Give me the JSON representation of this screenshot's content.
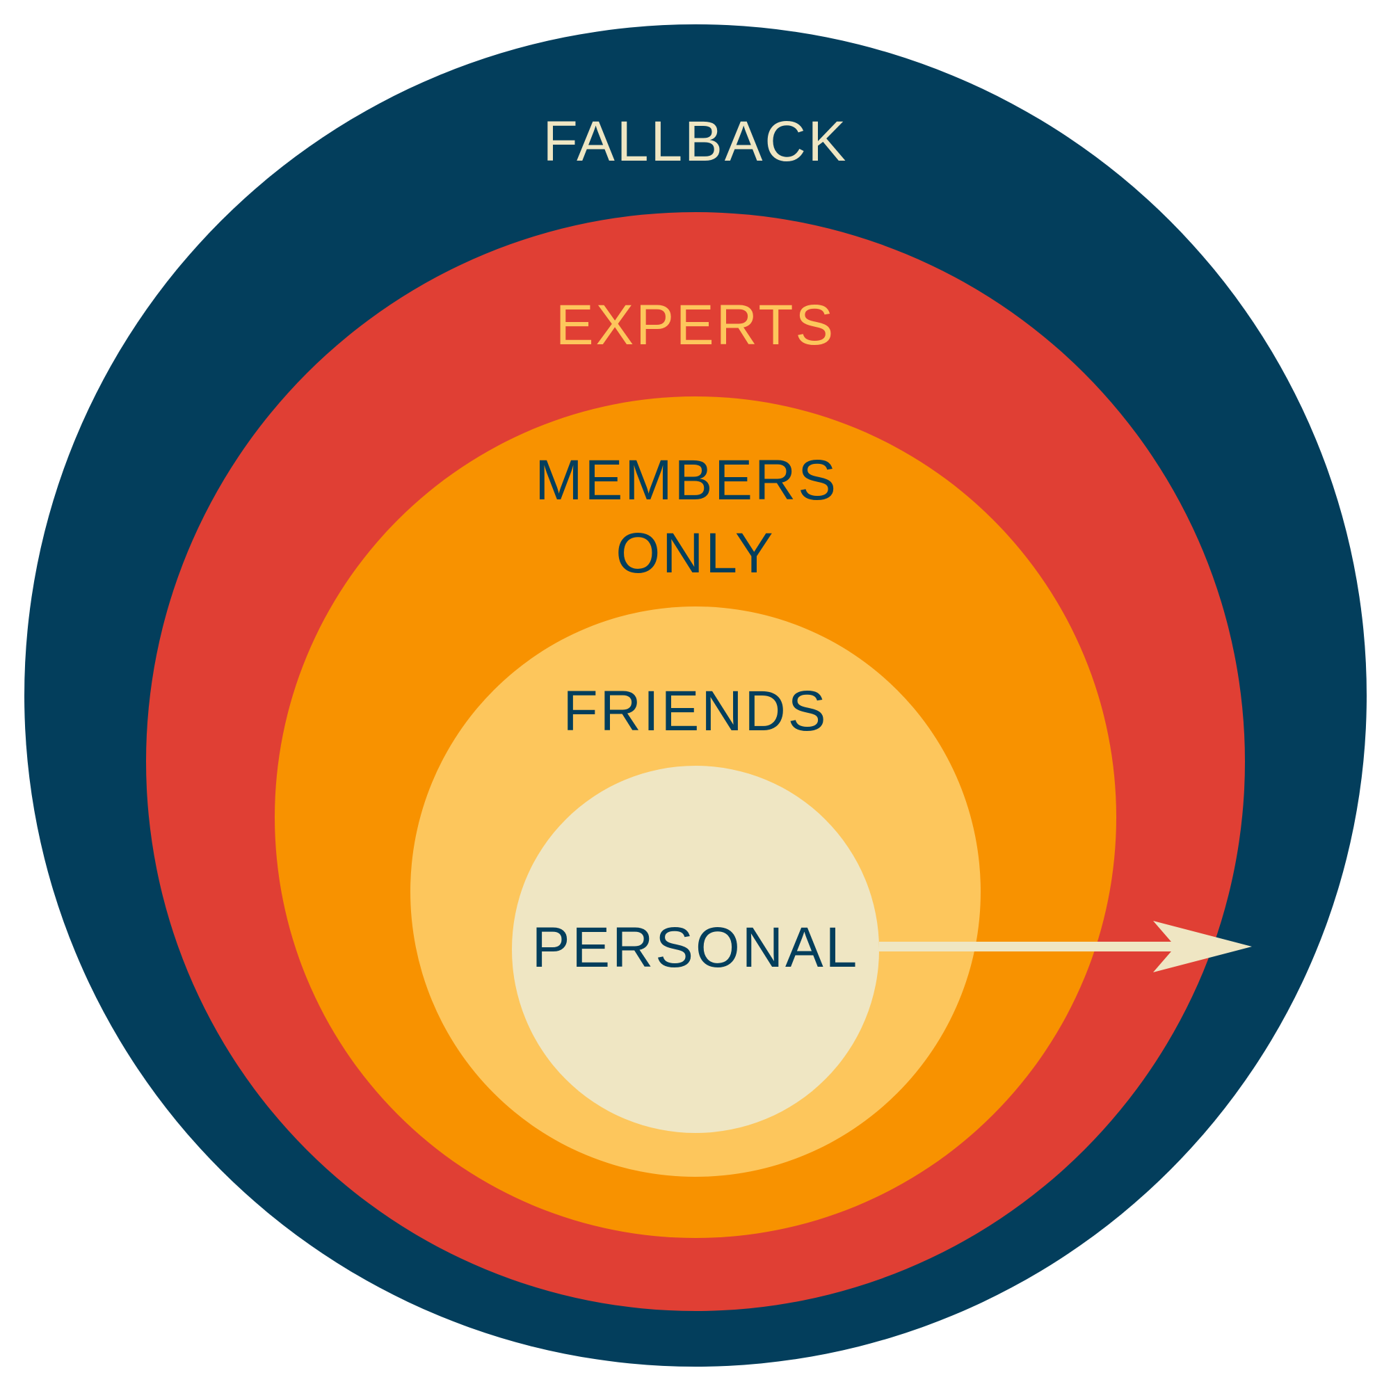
{
  "diagram": {
    "rings": [
      {
        "id": "fallback",
        "label": "FALLBACK",
        "color": "#033e5c",
        "text_color": "#efe6c3"
      },
      {
        "id": "experts",
        "label": "EXPERTS",
        "color": "#e03f34",
        "text_color": "#fdc65c"
      },
      {
        "id": "members-only",
        "label_lines": [
          "MEMBERS",
          "ONLY"
        ],
        "color": "#f89200",
        "text_color": "#033e5c"
      },
      {
        "id": "friends",
        "label": "FRIENDS",
        "color": "#fdc65c",
        "text_color": "#033e5c"
      },
      {
        "id": "personal",
        "label": "PERSONAL",
        "color": "#efe6c3",
        "text_color": "#033e5c"
      }
    ],
    "arrow": {
      "color": "#efe6c3",
      "direction": "outward-right"
    }
  }
}
